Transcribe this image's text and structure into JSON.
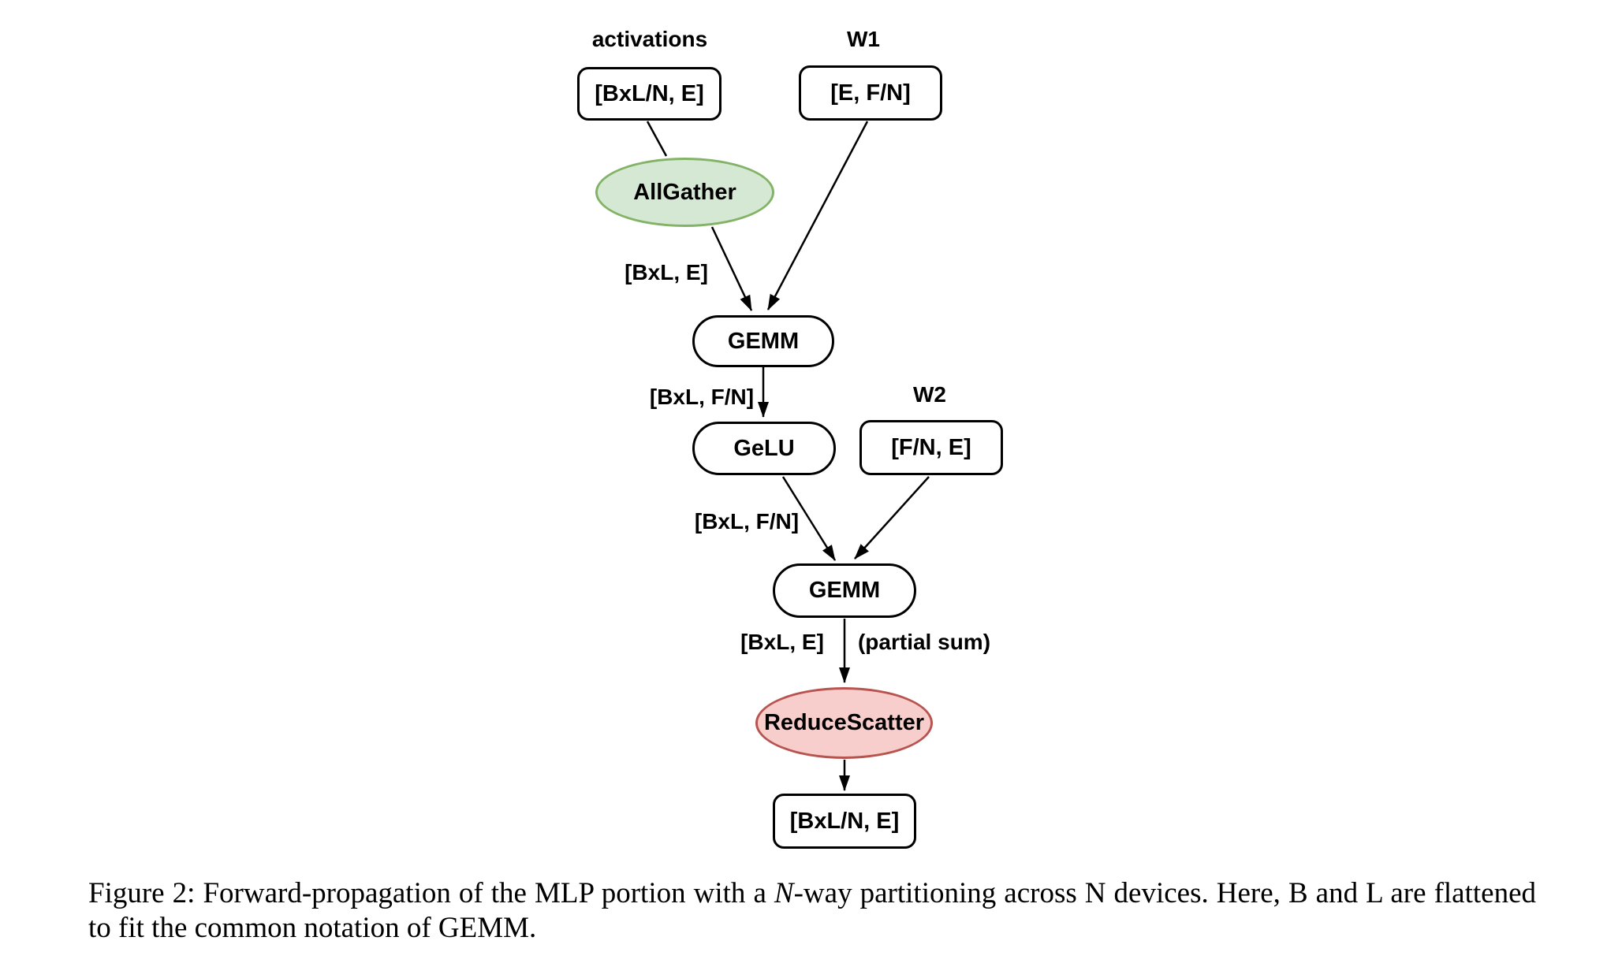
{
  "diagram": {
    "top_labels": {
      "activations": "activations",
      "w1": "W1",
      "w2": "W2"
    },
    "nodes": {
      "input_box": "[BxL/N, E]",
      "w1_box": "[E, F/N]",
      "allgather": "AllGather",
      "gemm1": "GEMM",
      "gelu": "GeLU",
      "w2_box": "[F/N, E]",
      "gemm2": "GEMM",
      "reducescatter": "ReduceScatter",
      "output_box": "[BxL/N, E]"
    },
    "edge_labels": {
      "bxl_e_1": "[BxL, E]",
      "bxl_fn_1": "[BxL, F/N]",
      "bxl_fn_2": "[BxL, F/N]",
      "bxl_e_2": "[BxL, E]",
      "partial_sum": "(partial sum)"
    },
    "colors": {
      "allgather_fill": "#d5e8d4",
      "allgather_stroke": "#82b366",
      "reducescatter_fill": "#f8cecc",
      "reducescatter_stroke": "#b85450",
      "node_stroke": "#000000",
      "edge_stroke": "#000000",
      "background": "#ffffff"
    }
  },
  "caption": {
    "part1": "Figure 2: Forward-propagation of the MLP portion with a ",
    "italic_n": "N",
    "part2": "-way partitioning across N devices. Here, B and L are flattened to fit the common notation of GEMM."
  }
}
